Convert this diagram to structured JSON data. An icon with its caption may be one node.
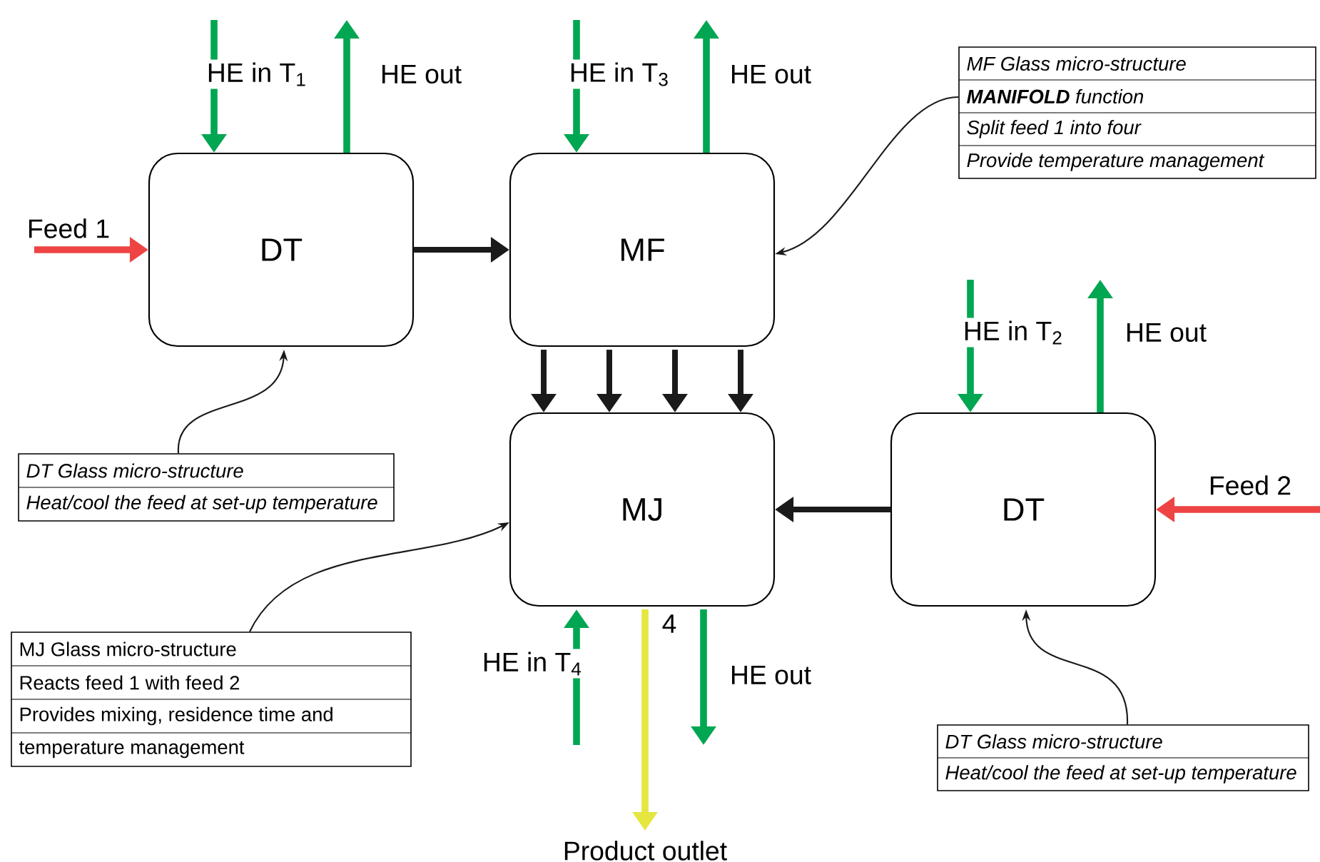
{
  "diagram": {
    "nodes": [
      {
        "text": [
          "DT"
        ]
      },
      {
        "text": [
          "MF"
        ]
      },
      {
        "text": [
          "MJ"
        ]
      },
      {
        "text": [
          "DT"
        ]
      },
      {
        "text": [
          "MF Glass micro-structure",
          "**MANIFOLD** function",
          "Split feed 1 into four",
          "Provide temperature management"
        ]
      },
      {
        "text": [
          "DT Glass micro-structure",
          "Heat/cool the feed at set-up temperature"
        ]
      },
      {
        "text": [
          "MJ Glass micro-structure",
          "Reacts feed 1 with feed 2",
          "Provides mixing, residence time and",
          "temperature management"
        ]
      },
      {
        "text": [
          "DT Glass micro-structure",
          "Heat/cool the feed at set-up temperature"
        ]
      }
    ],
    "edges": [
      {
        "from": null,
        "to": 0,
        "arrow": "to",
        "label": "Feed 1",
        "color": "#ee4444"
      },
      {
        "from": null,
        "to": 0,
        "arrow": "to",
        "label": "HE in T$_{1}$",
        "color": "#00a651"
      },
      {
        "from": 0,
        "to": null,
        "arrow": "to",
        "label": "HE out",
        "color": "#00a651"
      },
      {
        "from": null,
        "to": 1,
        "arrow": "to",
        "label": "HE in T$_{3}$",
        "color": "#00a651"
      },
      {
        "from": 1,
        "to": null,
        "arrow": "to",
        "label": "HE out",
        "color": "#00a651"
      },
      {
        "from": 0,
        "to": 1,
        "arrow": "to"
      },
      {
        "from": 1,
        "to": 2,
        "arrow": "to"
      },
      {
        "from": 1,
        "to": 2,
        "arrow": "to"
      },
      {
        "from": 1,
        "to": 2,
        "arrow": "to"
      },
      {
        "from": 1,
        "to": 2,
        "arrow": "to"
      },
      {
        "from": null,
        "to": 3,
        "arrow": "to",
        "label": "HE in T$_{2}$",
        "color": "#00a651"
      },
      {
        "from": 3,
        "to": null,
        "arrow": "to",
        "label": "HE out",
        "color": "#00a651"
      },
      {
        "from": null,
        "to": 3,
        "arrow": "to",
        "label": "Feed 2",
        "color": "#ee4444"
      },
      {
        "from": 3,
        "to": 2,
        "arrow": "to"
      },
      {
        "from": null,
        "to": 2,
        "arrow": "to",
        "label": "HE in T$_{4}$",
        "color": "#00a651"
      },
      {
        "from": 2,
        "to": null,
        "arrow": "to",
        "label": "HE out",
        "color": "#00a651"
      },
      {
        "from": 2,
        "to": null,
        "arrow": "to",
        "label": "Product outlet",
        "color": "#e6e640"
      },
      {
        "from": 4,
        "to": 1,
        "arrow": "to"
      },
      {
        "from": 5,
        "to": 0,
        "arrow": "to"
      },
      {
        "from": 6,
        "to": 2,
        "arrow": "to"
      },
      {
        "from": 7,
        "to": 3,
        "arrow": "to"
      }
    ],
    "labels": [
      "4"
    ]
  }
}
